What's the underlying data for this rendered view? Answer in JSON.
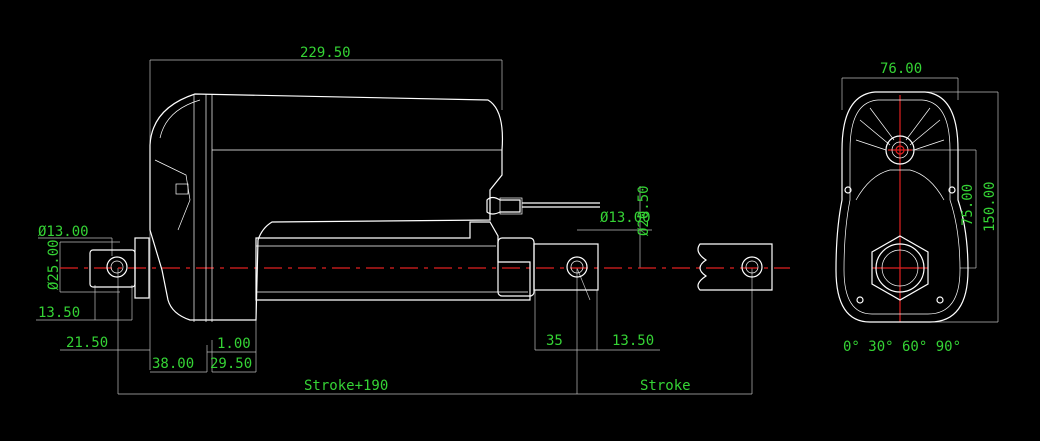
{
  "title": "",
  "colors": {
    "background": "#000000",
    "outline": "#ffffff",
    "dimension_text": "#35d335",
    "dimension_line": "#bdbdbd",
    "centerline": "#e02020"
  },
  "dimensions": {
    "overall_length": "229.50",
    "rear_hole_dia": "Ø13.00",
    "rear_clevis": "Ø25.00",
    "rear_hole_offset": "13.50",
    "rear_offset_2": "21.50",
    "motor_offset": "38.00",
    "tube_gap": "1.00",
    "tube_offset": "29.50",
    "stroke_plus": "Stroke+190",
    "front_hole_dia": "Ø13.00",
    "front_rod_dia": "Ø20.50",
    "front_35": "35",
    "front_hole_offset": "13.50",
    "stroke": "Stroke",
    "side_width": "76.00",
    "side_height": "150.00",
    "side_center": "75.00",
    "rotation_angles": "0° 30° 60° 90°"
  }
}
